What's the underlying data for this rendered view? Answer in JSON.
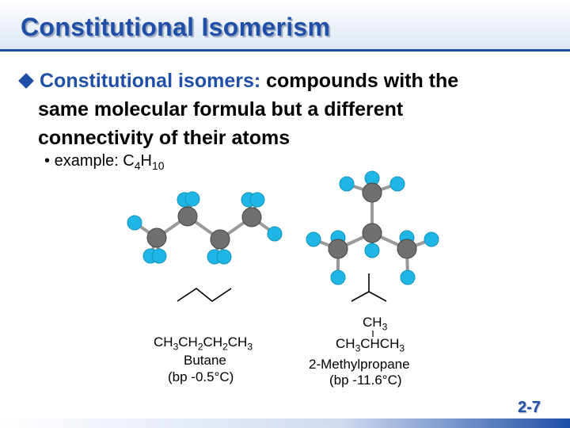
{
  "title": "Constitutional Isomerism",
  "bullet": {
    "term": "Constitutional isomers:",
    "definition_1": " compounds with the",
    "definition_2": "same molecular formula but a different",
    "definition_3": "connectivity of their atoms"
  },
  "sub_bullet": {
    "bullet_char": "•",
    "text": "example: C",
    "sub1": "4",
    "mid": "H",
    "sub2": "10"
  },
  "butane": {
    "formula_parts": [
      "CH",
      "3",
      "CH",
      "2",
      "CH",
      "2",
      "CH",
      "3"
    ],
    "name": "Butane",
    "bp": "(bp -0.5°C)"
  },
  "methylpropane": {
    "branch_parts": [
      "CH",
      "3"
    ],
    "formula_parts": [
      "CH",
      "3",
      "CHCH",
      "3"
    ],
    "name": "2-Methylpropane",
    "bp": "(bp -11.6°C)"
  },
  "slide_number": "2-7",
  "colors": {
    "accent": "#1f4fa6",
    "hydrogen": "#1fb6e6",
    "carbon": "#6f6f6f"
  }
}
